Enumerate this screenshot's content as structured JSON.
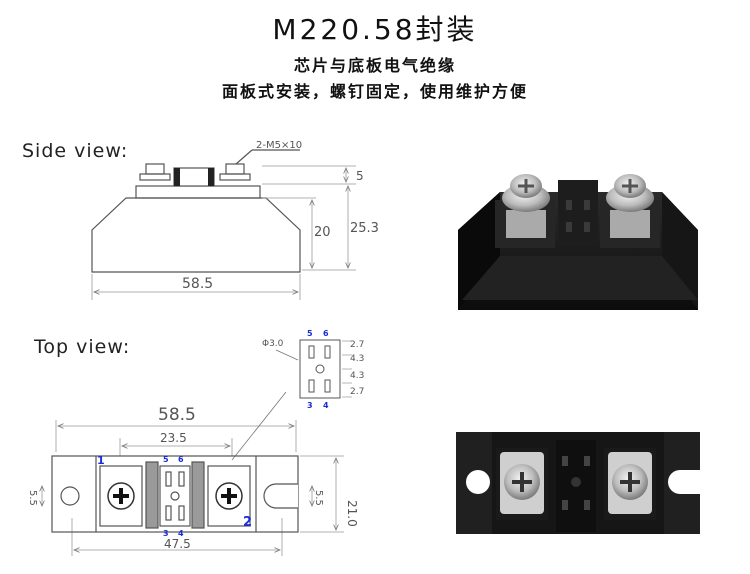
{
  "header": {
    "title": "M220.58封装",
    "line1": "芯片与底板电气绝缘",
    "line2": "面板式安装，螺钉固定，使用维护方便"
  },
  "side_view": {
    "label": "Side view:",
    "screw_callout": "2-M5×10",
    "dim_top": "5",
    "dim_body": "20",
    "dim_total": "25.3",
    "dim_width": "58.5"
  },
  "pin_detail": {
    "hole_callout": "Φ3.0",
    "pin_top_left": "5",
    "pin_top_right": "6",
    "pin_bottom_left": "3",
    "pin_bottom_right": "4",
    "dims": [
      "2.7",
      "4.3",
      "4.3",
      "2.7"
    ]
  },
  "top_view": {
    "label": "Top view:",
    "dim_overall": "58.5",
    "dim_center": "23.5",
    "dim_holes": "47.5",
    "dim_height": "21.0",
    "dim_slot_left": "5.5",
    "dim_slot_right": "5.5",
    "pin1": "1",
    "pin2": "2",
    "pin5": "5",
    "pin6": "6",
    "pin3": "3",
    "pin4": "4"
  },
  "colors": {
    "module_body": "#1a1a1a",
    "pin_label": "#1c2bd8",
    "dimension": "#777777"
  }
}
